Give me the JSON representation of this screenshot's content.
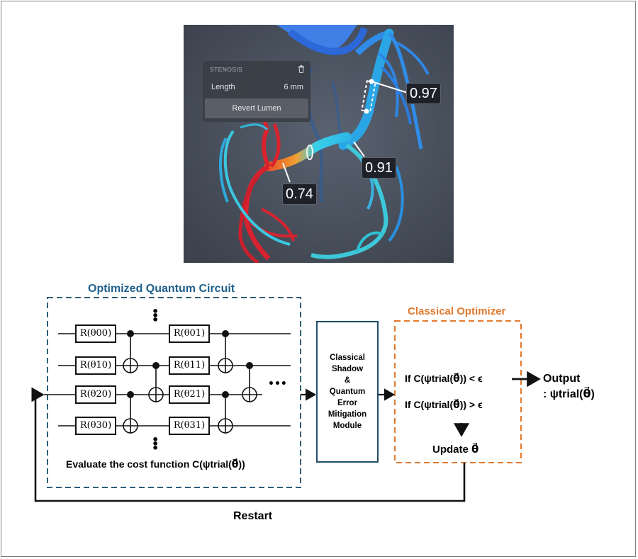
{
  "angiogram": {
    "panel_header": "STENOSIS",
    "length_label": "Length",
    "length_value": "6 mm",
    "revert_label": "Revert Lumen",
    "ffr_values": [
      "0.97",
      "0.91",
      "0.74"
    ],
    "icons": [
      "trash-icon"
    ]
  },
  "diagram": {
    "circuit_title": "Optimized Quantum Circuit",
    "optimizer_title": "Classical Optimizer",
    "gates": [
      "R(θ00)",
      "R(θ10)",
      "R(θ20)",
      "R(θ30)",
      "R(θ01)",
      "R(θ11)",
      "R(θ21)",
      "R(θ31)"
    ],
    "module_lines": [
      "Classical",
      "Shadow",
      "&",
      "Quantum",
      "Error",
      "Mitigation",
      "Module"
    ],
    "condition_less": "If C(ψtrial(θ⃗)) < ϵ",
    "condition_greater": "If C(ψtrial(θ⃗)) > ϵ",
    "update_label": "Update θ⃗",
    "output_label": "Output",
    "output_value": ": ψtrial(θ⃗)",
    "cost_function_label": "Evaluate the cost function C(ψtrial(θ⃗))",
    "restart_label": "Restart",
    "ellipsis": "•••",
    "colors": {
      "circuit_box": "#2e5d79",
      "optimizer_box": "#e07a2e",
      "module_box": "#1f4e6b"
    }
  }
}
